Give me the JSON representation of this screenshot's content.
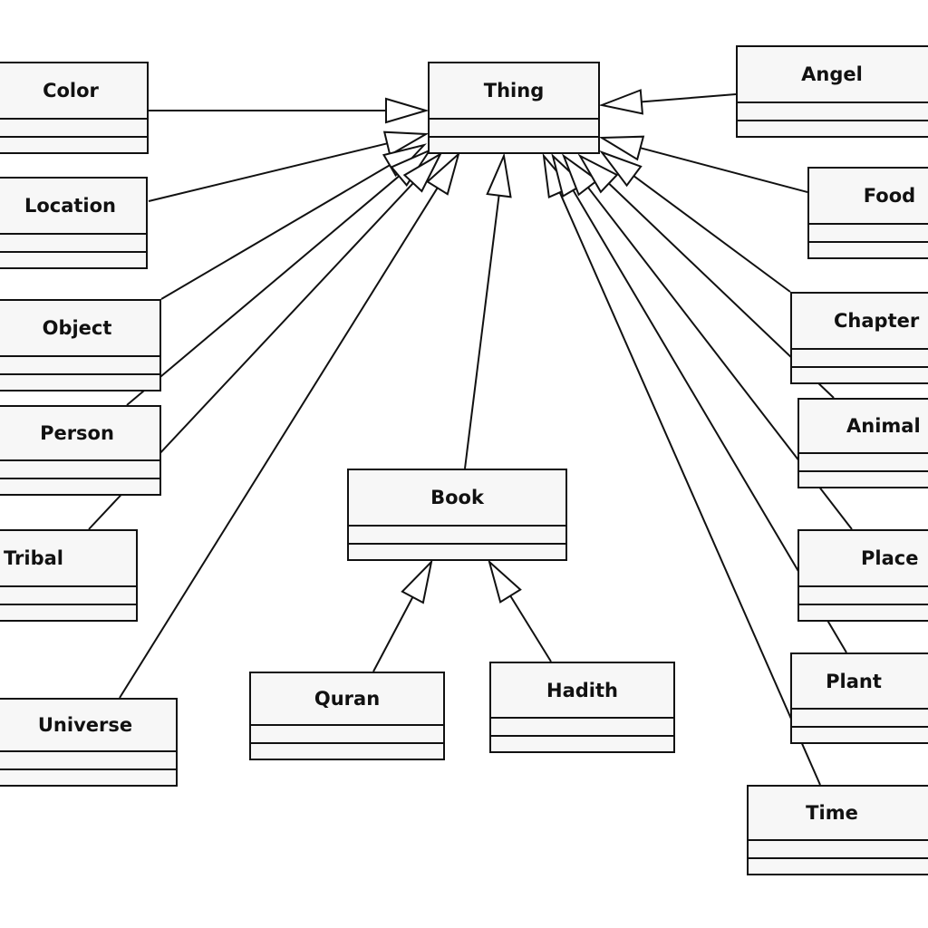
{
  "diagram": {
    "classes": {
      "thing": "Thing",
      "color": "Color",
      "location": "Location",
      "object": "Object",
      "person": "Person",
      "tribal": "Tribal",
      "universe": "Universe",
      "book": "Book",
      "quran": "Quran",
      "hadith": "Hadith",
      "angel": "Angel",
      "food": "Food",
      "chapter": "Chapter",
      "animal": "Animal",
      "place": "Place",
      "plant": "Plant",
      "time": "Time"
    },
    "relation": "generalization",
    "colors": {
      "line": "#111111",
      "box_fill": "#f7f7f7",
      "background": "#ffffff"
    }
  }
}
